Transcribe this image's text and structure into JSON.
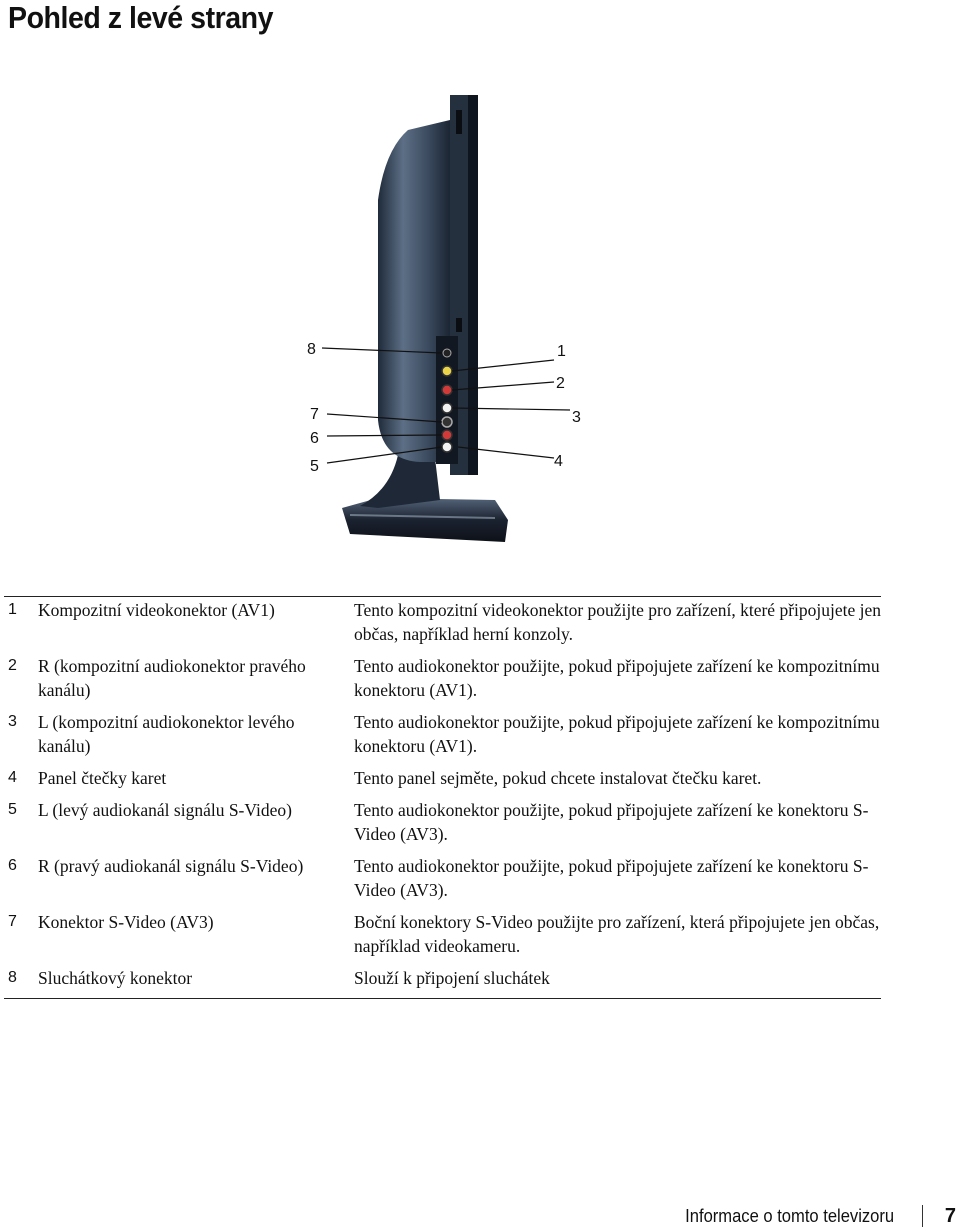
{
  "page": {
    "title": "Pohled z levé strany",
    "footer_title": "Informace o tomto televizoru",
    "page_number": "7"
  },
  "figure": {
    "callouts": [
      "1",
      "2",
      "3",
      "4",
      "5",
      "6",
      "7",
      "8"
    ]
  },
  "items": [
    {
      "num": "1",
      "name": "Kompozitní videokonektor (AV1)",
      "desc": "Tento kompozitní videokonektor použijte pro zařízení, které připojujete jen občas, například herní konzoly."
    },
    {
      "num": "2",
      "name": "R (kompozitní audiokonektor pravého kanálu)",
      "desc": "Tento audiokonektor použijte, pokud připojujete zařízení ke kompozitnímu konektoru (AV1)."
    },
    {
      "num": "3",
      "name": "L (kompozitní audiokonektor levého kanálu)",
      "desc": "Tento audiokonektor použijte, pokud připojujete zařízení ke kompozitnímu konektoru (AV1)."
    },
    {
      "num": "4",
      "name": "Panel čtečky karet",
      "desc": "Tento panel sejměte, pokud chcete instalovat čtečku karet."
    },
    {
      "num": "5",
      "name": "L (levý audiokanál signálu S-Video)",
      "desc": "Tento audiokonektor použijte, pokud připojujete zařízení ke konektoru S-Video (AV3)."
    },
    {
      "num": "6",
      "name": "R (pravý audiokanál signálu S-Video)",
      "desc": "Tento audiokonektor použijte, pokud připojujete zařízení ke konektoru S-Video (AV3)."
    },
    {
      "num": "7",
      "name": "Konektor S-Video (AV3)",
      "desc": "Boční konektory S-Video použijte pro zařízení, která připojujete jen občas, například videokameru."
    },
    {
      "num": "8",
      "name": " Sluchátkový konektor",
      "desc": "Slouží k připojení sluchátek"
    }
  ]
}
